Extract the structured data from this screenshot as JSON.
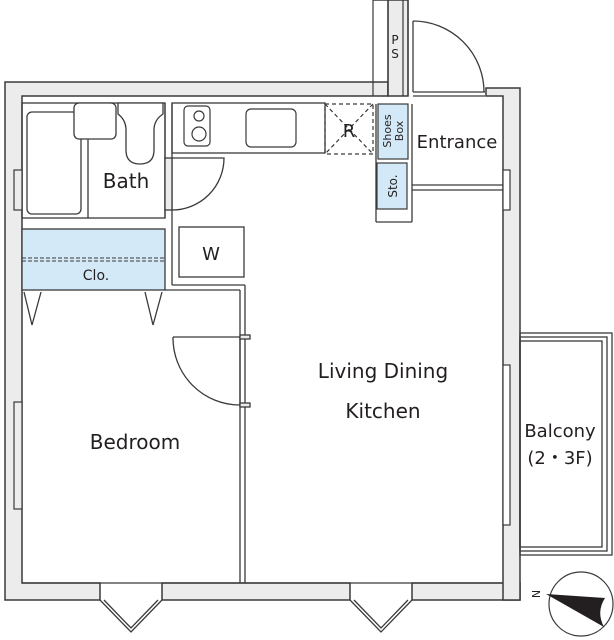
{
  "floorplan": {
    "rooms": {
      "bath": "Bath",
      "closet": "Clo.",
      "washer": "W",
      "refrigerator": "R",
      "shoes_box_line1": "Shoes",
      "shoes_box_line2": "Box",
      "entrance": "Entrance",
      "storage": "Sto.",
      "pipe_space_1": "P",
      "pipe_space_2": "S",
      "ldk_line1": "Living Dining",
      "ldk_line2": "Kitchen",
      "bedroom": "Bedroom",
      "balcony_line1": "Balcony",
      "balcony_line2": "(2・3F)"
    },
    "compass": {
      "north_label": "N"
    },
    "colors": {
      "wall_fill": "#ececec",
      "line": "#3a3a3a",
      "storage_fill": "#d3e9f7",
      "background": "#ffffff"
    }
  }
}
